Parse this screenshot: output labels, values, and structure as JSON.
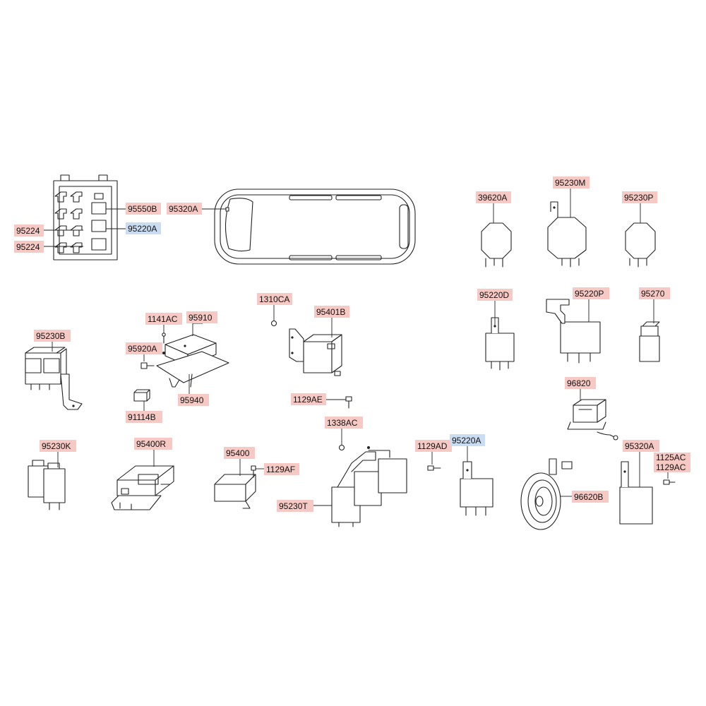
{
  "palette": {
    "label_red": "#f7c9c4",
    "label_blue": "#c9dcf2",
    "line": "#222222"
  },
  "labels": [
    {
      "id": "95550B",
      "text": "95550B",
      "tone": "red"
    },
    {
      "id": "95220A_box",
      "text": "95220A",
      "tone": "blue"
    },
    {
      "id": "95224_a",
      "text": "95224",
      "tone": "red"
    },
    {
      "id": "95224_b",
      "text": "95224",
      "tone": "red"
    },
    {
      "id": "95320A_car",
      "text": "95320A",
      "tone": "red"
    },
    {
      "id": "39620A",
      "text": "39620A",
      "tone": "red"
    },
    {
      "id": "95230M",
      "text": "95230M",
      "tone": "red"
    },
    {
      "id": "95230P",
      "text": "95230P",
      "tone": "red"
    },
    {
      "id": "1310CA",
      "text": "1310CA",
      "tone": "red"
    },
    {
      "id": "95401B",
      "text": "95401B",
      "tone": "red"
    },
    {
      "id": "1141AC",
      "text": "1141AC",
      "tone": "red"
    },
    {
      "id": "95910",
      "text": "95910",
      "tone": "red"
    },
    {
      "id": "95230B",
      "text": "95230B",
      "tone": "red"
    },
    {
      "id": "95920A",
      "text": "95920A",
      "tone": "red"
    },
    {
      "id": "95940",
      "text": "95940",
      "tone": "red"
    },
    {
      "id": "91114B",
      "text": "91114B",
      "tone": "red"
    },
    {
      "id": "1129AE",
      "text": "1129AE",
      "tone": "red"
    },
    {
      "id": "95220D",
      "text": "95220D",
      "tone": "red"
    },
    {
      "id": "95220P",
      "text": "95220P",
      "tone": "red"
    },
    {
      "id": "95270",
      "text": "95270",
      "tone": "red"
    },
    {
      "id": "96820",
      "text": "96820",
      "tone": "red"
    },
    {
      "id": "95230K",
      "text": "95230K",
      "tone": "red"
    },
    {
      "id": "95400R",
      "text": "95400R",
      "tone": "red"
    },
    {
      "id": "95400",
      "text": "95400",
      "tone": "red"
    },
    {
      "id": "1129AF",
      "text": "1129AF",
      "tone": "red"
    },
    {
      "id": "1338AC",
      "text": "1338AC",
      "tone": "red"
    },
    {
      "id": "95230T",
      "text": "95230T",
      "tone": "red"
    },
    {
      "id": "1129AD",
      "text": "1129AD",
      "tone": "red"
    },
    {
      "id": "95220A_relay",
      "text": "95220A",
      "tone": "blue"
    },
    {
      "id": "96620B",
      "text": "96620B",
      "tone": "red"
    },
    {
      "id": "95320A_relay",
      "text": "95320A",
      "tone": "red"
    },
    {
      "id": "1125AC",
      "text": "1125AC",
      "tone": "red"
    },
    {
      "id": "1129AC",
      "text": "1129AC",
      "tone": "red"
    }
  ]
}
